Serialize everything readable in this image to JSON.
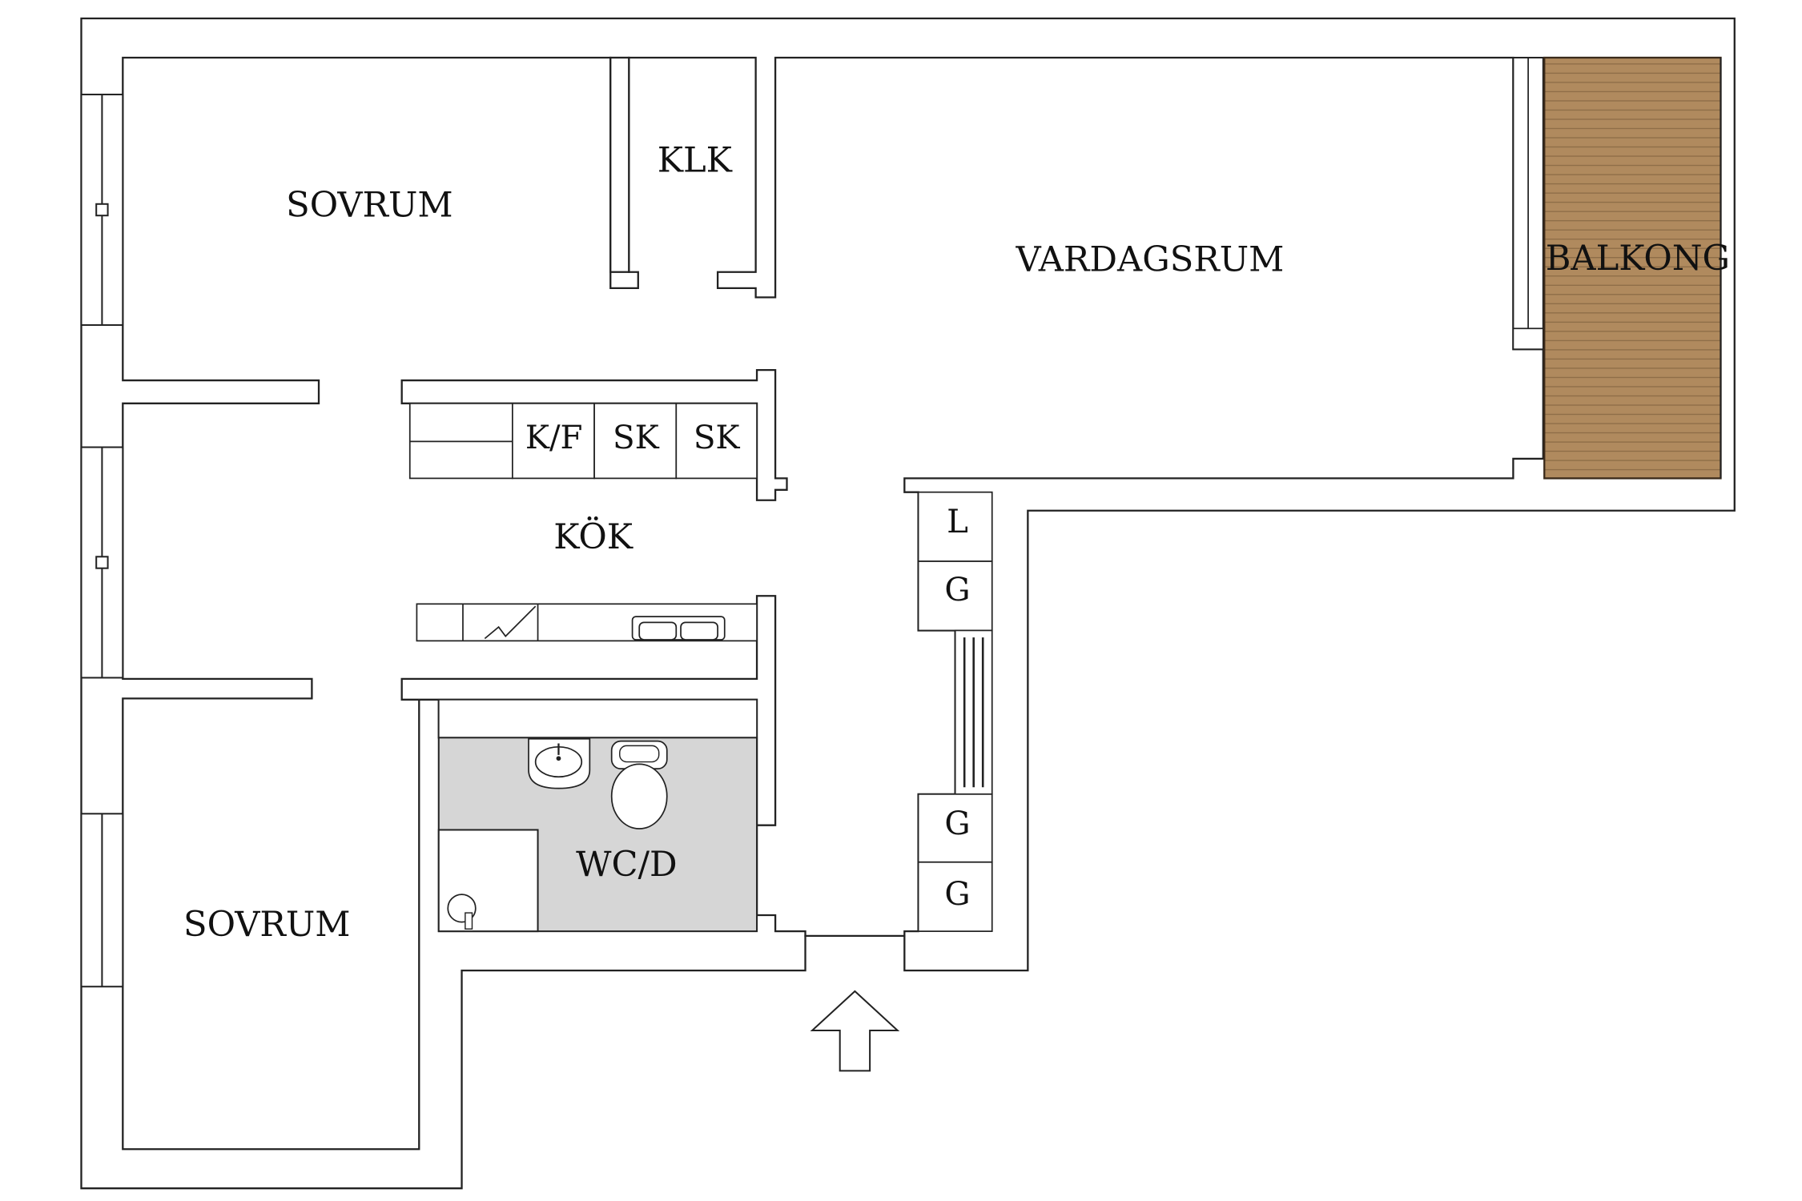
{
  "rooms": {
    "bedroom_top": "SOVRUM",
    "closet": "KLK",
    "living_room": "VARDAGSRUM",
    "balcony": "BALKONG",
    "kitchen": "KÖK",
    "bathroom": "WC/D",
    "bedroom_bottom": "SOVRUM"
  },
  "kitchen_units": {
    "fridge_freezer": "K/F",
    "cabinet_1": "SK",
    "cabinet_2": "SK"
  },
  "wardrobes": {
    "linen": "L",
    "wardrobe_1": "G",
    "wardrobe_2": "G",
    "wardrobe_3": "G"
  },
  "colors": {
    "wall": "#ffffff",
    "line": "#222222",
    "bathroom_floor": "#d6d6d6",
    "balcony_deck": "#b08a5e"
  }
}
